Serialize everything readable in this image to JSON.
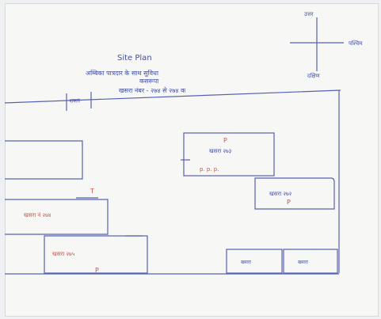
{
  "header": {
    "title": "Site Plan",
    "line1": "अम्बिका पात्रदार के साथ सुविधा",
    "line2": "कसरूपा",
    "line3": "खसरा नंबर - २७४ से २७४ क"
  },
  "compass": {
    "north": "उत्तर",
    "east": "पश्चिम",
    "south": "दक्षिण"
  },
  "road_label": "रास्ता",
  "plots": {
    "upper_right": "खसरा २७३",
    "middle_right": "खसरा २७२",
    "left_upper": "खसरा नं २७४",
    "left_lower": "खसरा २७५",
    "bottom_right_1": "खसरा",
    "bottom_right_2": "खसरा"
  },
  "marks": {
    "upper_right_letter": "P",
    "upper_right_letters": "p. p. p.",
    "left_upper_letter": "T",
    "left_lower_letter": "P",
    "middle_right_letter": "P"
  }
}
